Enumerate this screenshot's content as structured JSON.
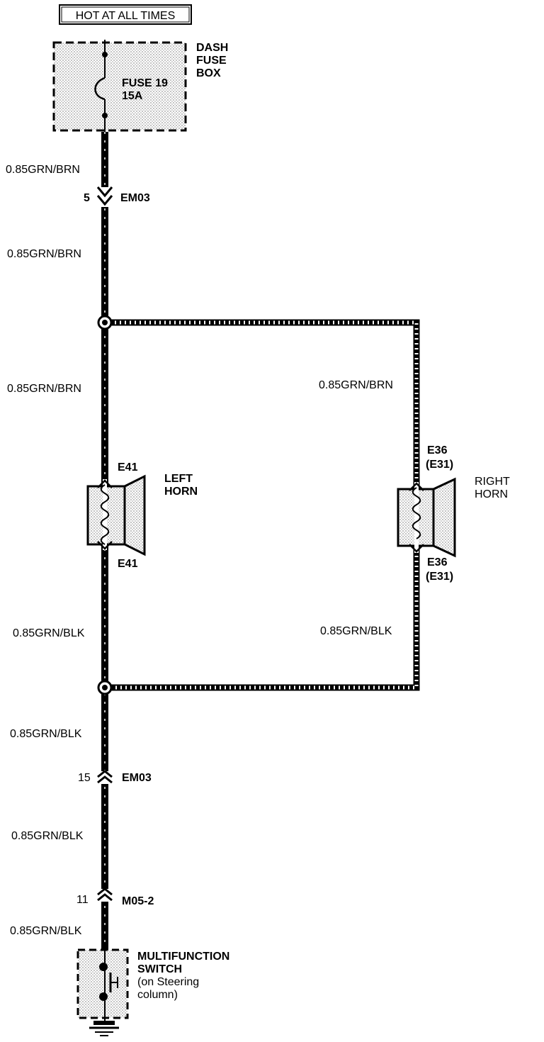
{
  "header": {
    "hot_label": "HOT AT ALL TIMES"
  },
  "fuse_box": {
    "name_line1": "DASH",
    "name_line2": "FUSE",
    "name_line3": "BOX",
    "fuse_name": "FUSE 19",
    "fuse_rating": "15A"
  },
  "wires": {
    "w1": "0.85GRN/BRN",
    "w2": "0.85GRN/BRN",
    "w3": "0.85GRN/BRN",
    "w4": "0.85GRN/BRN",
    "w5": "0.85GRN/BLK",
    "w6": "0.85GRN/BLK",
    "w7": "0.85GRN/BLK",
    "w8": "0.85GRN/BLK",
    "w9": "0.85GRN/BLK"
  },
  "connectors": {
    "c1": {
      "pin": "5",
      "name": "EM03"
    },
    "c2": {
      "pin": "15",
      "name": "EM03"
    },
    "c3": {
      "pin": "11",
      "name": "M05-2"
    }
  },
  "left_horn": {
    "label_line1": "LEFT",
    "label_line2": "HORN",
    "top_conn": "E41",
    "bottom_conn": "E41"
  },
  "right_horn": {
    "label_line1": "RIGHT",
    "label_line2": "HORN",
    "top_conn_line1": "E36",
    "top_conn_line2": "(E31)",
    "bottom_conn_line1": "E36",
    "bottom_conn_line2": "(E31)"
  },
  "switch": {
    "line1": "MULTIFUNCTION",
    "line2": "SWITCH",
    "line3": "(on Steering",
    "line4": "column)"
  }
}
